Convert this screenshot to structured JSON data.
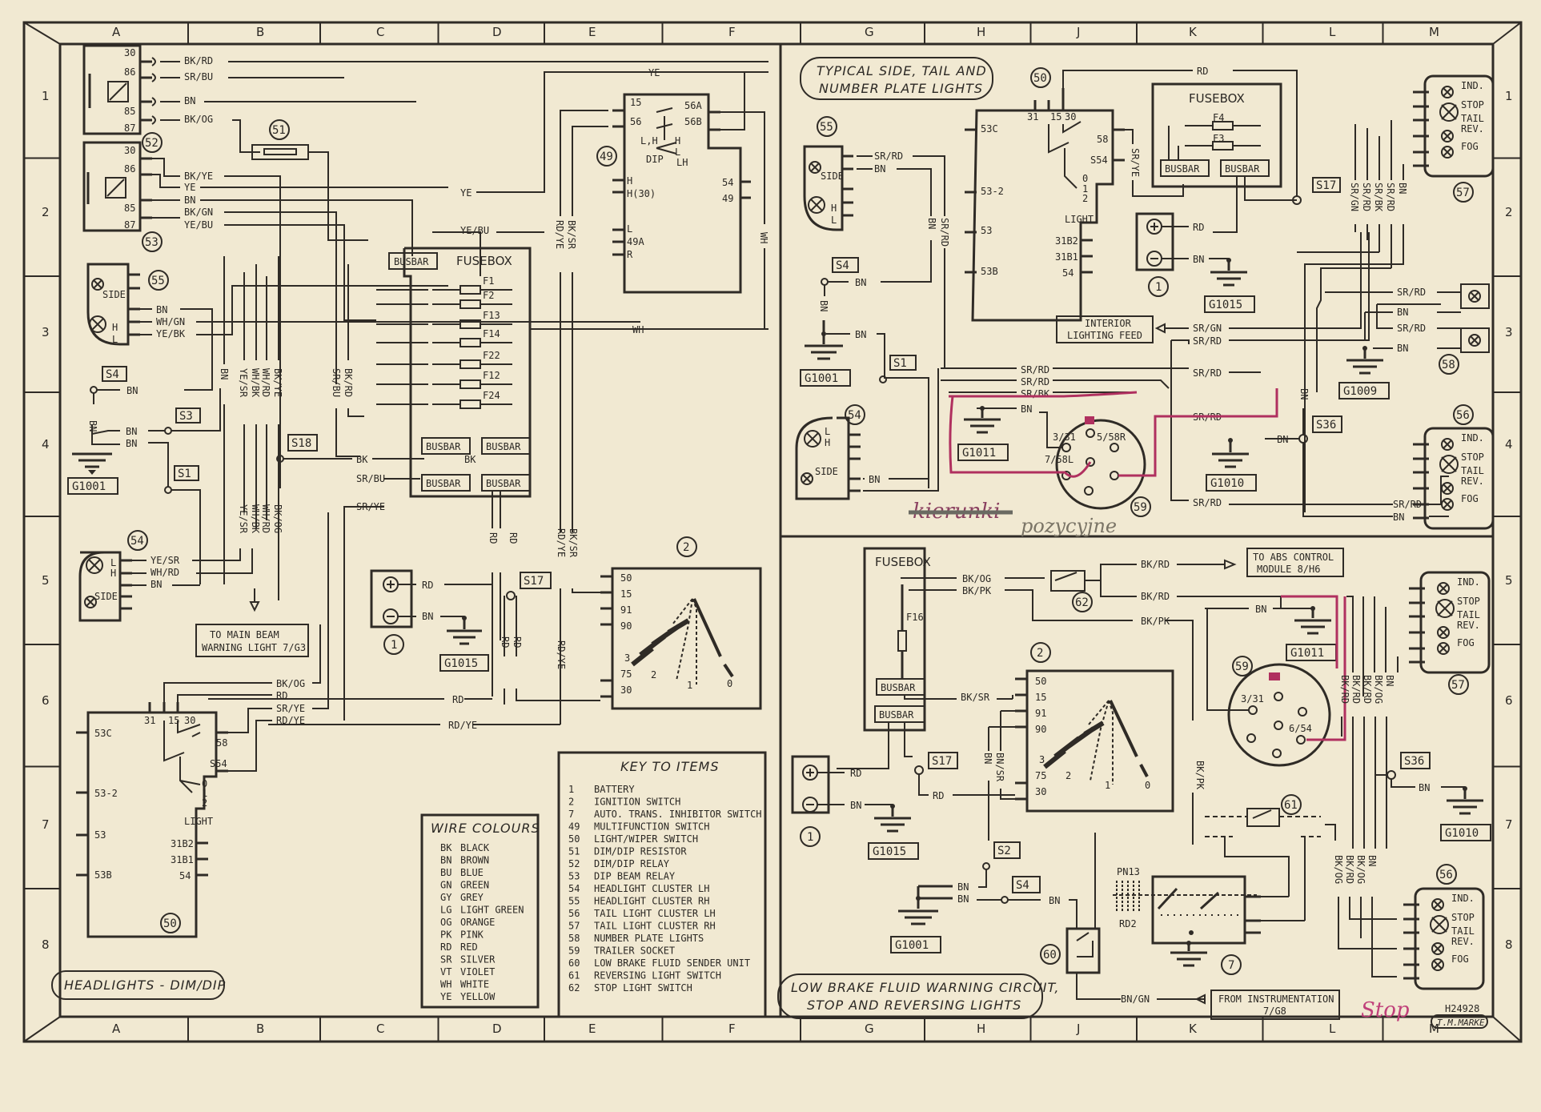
{
  "grid": {
    "columns": [
      "A",
      "B",
      "C",
      "D",
      "E",
      "F",
      "G",
      "H",
      "J",
      "K",
      "L",
      "M"
    ],
    "rows": [
      "1",
      "2",
      "3",
      "4",
      "5",
      "6",
      "7",
      "8"
    ]
  },
  "panels": {
    "headlights": {
      "title": "HEADLIGHTS - DIM/DIP",
      "relay_52": {
        "id": "52",
        "pins": [
          "30",
          "86",
          "85",
          "87"
        ],
        "wires": [
          "BK/RD",
          "SR/BU",
          "BN",
          "BK/OG"
        ]
      },
      "relay_53": {
        "id": "53",
        "pins": [
          "30",
          "86",
          "85",
          "87"
        ],
        "wires": [
          "BK/YE",
          "YE",
          "BN",
          "BK/GN",
          "YE/BU"
        ]
      },
      "resistor_51": {
        "id": "51"
      },
      "cluster_55": {
        "id": "55",
        "side_label": "SIDE",
        "h": "H",
        "l": "L",
        "wires": [
          "BN",
          "WH/GN",
          "YE/BK"
        ]
      },
      "cluster_54": {
        "id": "54",
        "side_label": "SIDE",
        "h": "H",
        "l": "L",
        "wires": [
          "YE/SR",
          "WH/RD",
          "BN"
        ]
      },
      "splices": [
        "S4",
        "S3",
        "S1",
        "S18",
        "S17"
      ],
      "ground": "G1001",
      "ground_battery": "G1015",
      "vertical_wires": [
        "BN",
        "YE/SR",
        "WH/BK",
        "WH/RD",
        "BK/YE",
        "SR/BU",
        "BK/RD",
        "YE/SR",
        "WH/BK",
        "WH/RD",
        "BK/OG"
      ],
      "fusebox": {
        "title": "FUSEBOX",
        "busbar": "BUSBAR",
        "fuses": [
          "F1",
          "F2",
          "F13",
          "F14",
          "F22",
          "F12",
          "F24"
        ],
        "wires": [
          "YE/BU",
          "BK",
          "BK",
          "SR/BU",
          "SR/YE",
          "WH",
          "YE",
          "RD",
          "RD",
          "RD",
          "RD"
        ]
      },
      "switch_49": {
        "id": "49",
        "pins_left": [
          "15",
          "56",
          "H",
          "H(30)",
          "L",
          "49A",
          "R"
        ],
        "pins_right": [
          "56A",
          "56B",
          "54",
          "49"
        ],
        "dip": "DIP",
        "labels": [
          "L,H",
          "H",
          "L",
          "LH"
        ],
        "wires": [
          "YE",
          "RD/YE",
          "BK/SR",
          "WH"
        ]
      },
      "battery_1": {
        "id": "1",
        "wires": [
          "RD",
          "BN"
        ]
      },
      "ignition_2": {
        "id": "2",
        "pins": [
          "50",
          "15",
          "91",
          "90",
          "75",
          "30"
        ],
        "positions": [
          "3",
          "2",
          "1",
          "0"
        ],
        "wires": [
          "BK/SR",
          "RD/YE",
          "RD/YE",
          "RD"
        ]
      },
      "main_beam_note": "TO MAIN BEAM WARNING LIGHT 7/G3",
      "light_switch_50": {
        "id": "50",
        "pins_top": [
          "31",
          "15",
          "30"
        ],
        "pins_left": [
          "53C",
          "53-2",
          "53",
          "53B"
        ],
        "pins_right": [
          "58",
          "S54"
        ],
        "positions": [
          "0",
          "1",
          "2"
        ],
        "label": "LIGHT",
        "pins_bottom": [
          "31B2",
          "31B1",
          "54"
        ],
        "wires": [
          "BK/OG",
          "RD",
          "SR/YE",
          "RD/YE"
        ]
      },
      "wire_colours": {
        "title": "WIRE COLOURS",
        "items": [
          {
            "code": "BK",
            "name": "BLACK"
          },
          {
            "code": "BN",
            "name": "BROWN"
          },
          {
            "code": "BU",
            "name": "BLUE"
          },
          {
            "code": "GN",
            "name": "GREEN"
          },
          {
            "code": "GY",
            "name": "GREY"
          },
          {
            "code": "LG",
            "name": "LIGHT GREEN"
          },
          {
            "code": "OG",
            "name": "ORANGE"
          },
          {
            "code": "PK",
            "name": "PINK"
          },
          {
            "code": "RD",
            "name": "RED"
          },
          {
            "code": "SR",
            "name": "SILVER"
          },
          {
            "code": "VT",
            "name": "VIOLET"
          },
          {
            "code": "WH",
            "name": "WHITE"
          },
          {
            "code": "YE",
            "name": "YELLOW"
          }
        ]
      },
      "key": {
        "title": "KEY TO ITEMS",
        "items": [
          {
            "n": "1",
            "name": "BATTERY"
          },
          {
            "n": "2",
            "name": "IGNITION SWITCH"
          },
          {
            "n": "7",
            "name": "AUTO. TRANS. INHIBITOR SWITCH"
          },
          {
            "n": "49",
            "name": "MULTIFUNCTION SWITCH"
          },
          {
            "n": "50",
            "name": "LIGHT/WIPER SWITCH"
          },
          {
            "n": "51",
            "name": "DIM/DIP RESISTOR"
          },
          {
            "n": "52",
            "name": "DIM/DIP RELAY"
          },
          {
            "n": "53",
            "name": "DIP BEAM RELAY"
          },
          {
            "n": "54",
            "name": "HEADLIGHT CLUSTER LH"
          },
          {
            "n": "55",
            "name": "HEADLIGHT CLUSTER RH"
          },
          {
            "n": "56",
            "name": "TAIL LIGHT CLUSTER LH"
          },
          {
            "n": "57",
            "name": "TAIL LIGHT CLUSTER RH"
          },
          {
            "n": "58",
            "name": "NUMBER PLATE LIGHTS"
          },
          {
            "n": "59",
            "name": "TRAILER SOCKET"
          },
          {
            "n": "60",
            "name": "LOW BRAKE FLUID SENDER UNIT"
          },
          {
            "n": "61",
            "name": "REVERSING LIGHT SWITCH"
          },
          {
            "n": "62",
            "name": "STOP LIGHT SWITCH"
          }
        ]
      }
    },
    "side_tail": {
      "title_line1": "TYPICAL SIDE, TAIL AND",
      "title_line2": "NUMBER PLATE LIGHTS",
      "cluster_55": {
        "id": "55",
        "side": "SIDE",
        "h": "H",
        "l": "L",
        "wires": [
          "SR/RD",
          "BN"
        ]
      },
      "cluster_54": {
        "id": "54",
        "side": "SIDE",
        "h": "H",
        "l": "L",
        "wires": [
          "BN"
        ]
      },
      "splices": [
        "S4",
        "S1",
        "S17",
        "S36"
      ],
      "grounds": [
        "G1001",
        "G1011",
        "G1015",
        "G1009",
        "G1010"
      ],
      "light_switch_50": {
        "id": "50",
        "pins": [
          "31",
          "15",
          "30",
          "58",
          "S54",
          "53C",
          "53-2",
          "53",
          "53B",
          "31B2",
          "31B1",
          "54"
        ],
        "positions": [
          "0",
          "1",
          "2"
        ],
        "label": "LIGHT",
        "wire": "SR/YE"
      },
      "fusebox": {
        "title": "FUSEBOX",
        "fuses": [
          "F4",
          "F3"
        ],
        "busbar": "BUSBAR",
        "wire_top": "RD"
      },
      "battery_1": {
        "id": "1",
        "wires": [
          "RD",
          "BN"
        ]
      },
      "interior_feed": "INTERIOR LIGHTING FEED",
      "bus_wires": [
        "SR/GN",
        "SR/RD",
        "SR/RD",
        "SR/RD",
        "SR/BK",
        "BN",
        "SR/RD",
        "SR/RD",
        "BN"
      ],
      "vertical_labels": [
        "SR/GN",
        "SR/RD",
        "SR/BK",
        "SR/RD",
        "BN",
        "BN",
        "SR/RD",
        "BN"
      ],
      "cluster_57": {
        "id": "57",
        "labels": [
          "IND.",
          "STOP",
          "TAIL",
          "REV.",
          "FOG"
        ]
      },
      "plate_58": {
        "id": "58",
        "wires": [
          "SR/RD",
          "BN",
          "SR/RD",
          "BN"
        ]
      },
      "cluster_56": {
        "id": "56",
        "labels": [
          "IND.",
          "STOP",
          "TAIL",
          "REV.",
          "FOG"
        ],
        "wires": [
          "SR/RD",
          "BN"
        ]
      },
      "socket_59": {
        "id": "59",
        "pins": [
          "3/31",
          "5/58R",
          "7/58L"
        ]
      },
      "handwritten_note_crossed": "kierunki",
      "handwritten_note": "pozycyjne"
    },
    "brake": {
      "title_line1": "LOW BRAKE FLUID WARNING CIRCUIT,",
      "title_line2": "STOP AND REVERSING LIGHTS",
      "fusebox": {
        "title": "FUSEBOX",
        "fuse": "F16",
        "busbar": "BUSBAR"
      },
      "wires_fusebox": [
        "BK/OG",
        "BK/PK",
        "BK/SR",
        "RD"
      ],
      "stop_switch_62": {
        "id": "62",
        "wires": [
          "BK/RD",
          "BK/RD"
        ]
      },
      "abs_note": "TO ABS CONTROL MODULE 8/H6",
      "bkpk": [
        "BK/PK",
        "BK/PK"
      ],
      "ignition_2": {
        "id": "2",
        "pins": [
          "50",
          "15",
          "91",
          "90",
          "75",
          "30"
        ],
        "positions": [
          "3",
          "2",
          "1",
          "0"
        ]
      },
      "battery_1": {
        "id": "1",
        "wires": [
          "RD",
          "BN"
        ]
      },
      "vert_wires": [
        "BN",
        "BN/SR"
      ],
      "splices": [
        "S17",
        "S2",
        "S4",
        "S36"
      ],
      "grounds": [
        "G1015",
        "G1001",
        "G1011",
        "G1010"
      ],
      "ground_wires": [
        "BN",
        "BN",
        "BN",
        "BN",
        "BN"
      ],
      "socket_59": {
        "id": "59",
        "pins": [
          "3/31",
          "6/54"
        ]
      },
      "cluster_57": {
        "id": "57",
        "labels": [
          "IND.",
          "STOP",
          "TAIL",
          "REV.",
          "FOG"
        ]
      },
      "cluster_56": {
        "id": "56",
        "labels": [
          "IND.",
          "STOP",
          "TAIL",
          "REV.",
          "FOG"
        ]
      },
      "vert_labels_top": [
        "BK/RD",
        "BK/RD",
        "BK/RD",
        "BK/OG",
        "BN"
      ],
      "vert_labels_bottom": [
        "BK/OG",
        "BK/RD",
        "BK/OG",
        "BN"
      ],
      "rev_switch_61": {
        "id": "61"
      },
      "inhibitor_7": {
        "id": "7",
        "top": "PN13",
        "bottom": "RD2"
      },
      "sender_60": {
        "id": "60",
        "wire": "BN/GN"
      },
      "instr_note_line1": "FROM INSTRUMENTATION",
      "instr_note_line2": "7/G8",
      "handwritten_note": "Stop",
      "drawing_no": "H24928",
      "maker": "T.M.MARKE"
    }
  },
  "colors": {
    "paper": "#f1e9d2",
    "ink": "#2f2b26",
    "marker": "#b0305f"
  }
}
